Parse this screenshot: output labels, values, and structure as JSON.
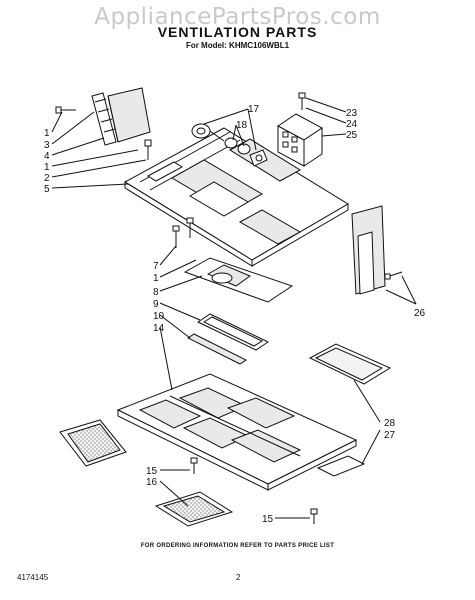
{
  "watermark": "AppliancePartsPros.com",
  "title": "VENTILATION PARTS",
  "model_line": "For Model: KHMC106WBL1",
  "footer": {
    "note": "FOR ORDERING INFORMATION REFER TO PARTS PRICE LIST",
    "doc_number": "4174145",
    "page": "2"
  },
  "callouts": [
    "1",
    "3",
    "4",
    "1",
    "2",
    "5",
    "17",
    "18",
    "23",
    "24",
    "25",
    "7",
    "1",
    "8",
    "9",
    "10",
    "14",
    "26",
    "28",
    "27",
    "15",
    "16",
    "15"
  ]
}
